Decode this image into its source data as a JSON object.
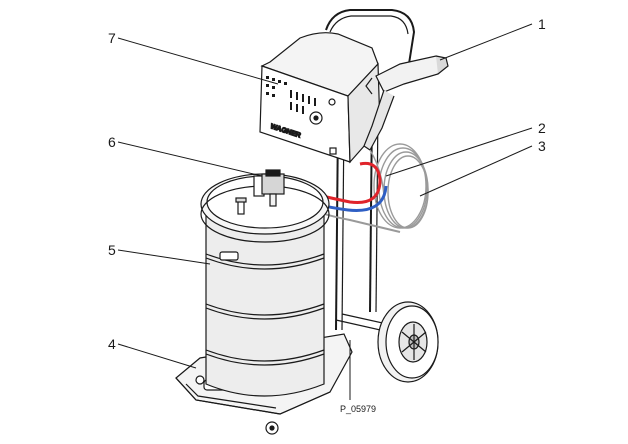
{
  "figure": {
    "subject": "powder coating unit on wheeled trolley",
    "drawing_code": "P_05979",
    "brand_mark": "WAGNER",
    "callouts": [
      {
        "number": "1",
        "target": "spray-gun"
      },
      {
        "number": "2",
        "target": "red-air-hose"
      },
      {
        "number": "3",
        "target": "coiled-gun-cable"
      },
      {
        "number": "4",
        "target": "container-tray"
      },
      {
        "number": "5",
        "target": "powder-container"
      },
      {
        "number": "6",
        "target": "powder-injector"
      },
      {
        "number": "7",
        "target": "control-unit"
      }
    ],
    "colors": {
      "line": "#1a1a1a",
      "hose_red": "#e0242b",
      "hose_blue": "#2f5fc4",
      "cable_gray": "#9a9a9a"
    }
  }
}
